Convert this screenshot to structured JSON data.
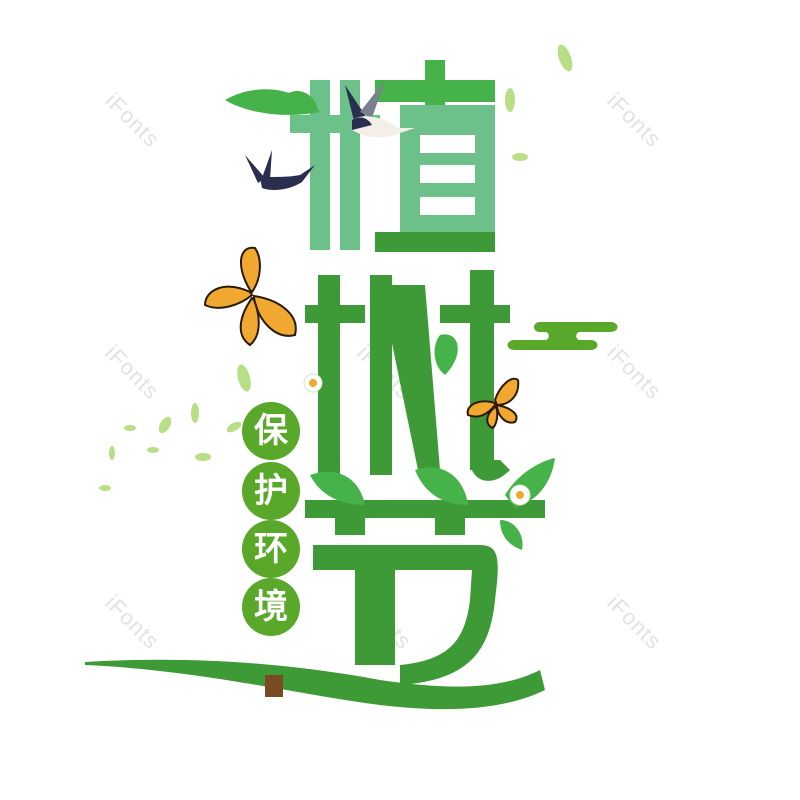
{
  "poster": {
    "title_chars": [
      "植",
      "树",
      "节"
    ],
    "subtitle_chars": [
      "保",
      "护",
      "环",
      "境"
    ],
    "watermark": "iFonts",
    "colors": {
      "main_green": "#3d9a36",
      "light_green": "#6cc089",
      "circle_green": "#5aa82a",
      "leaf_light": "#b8df86",
      "cloud_green": "#5aa82a",
      "dark_green": "#1e6a1a",
      "brown": "#7a4a22",
      "butterfly_orange": "#f0a830",
      "bird_dark": "#2a2f50"
    }
  }
}
